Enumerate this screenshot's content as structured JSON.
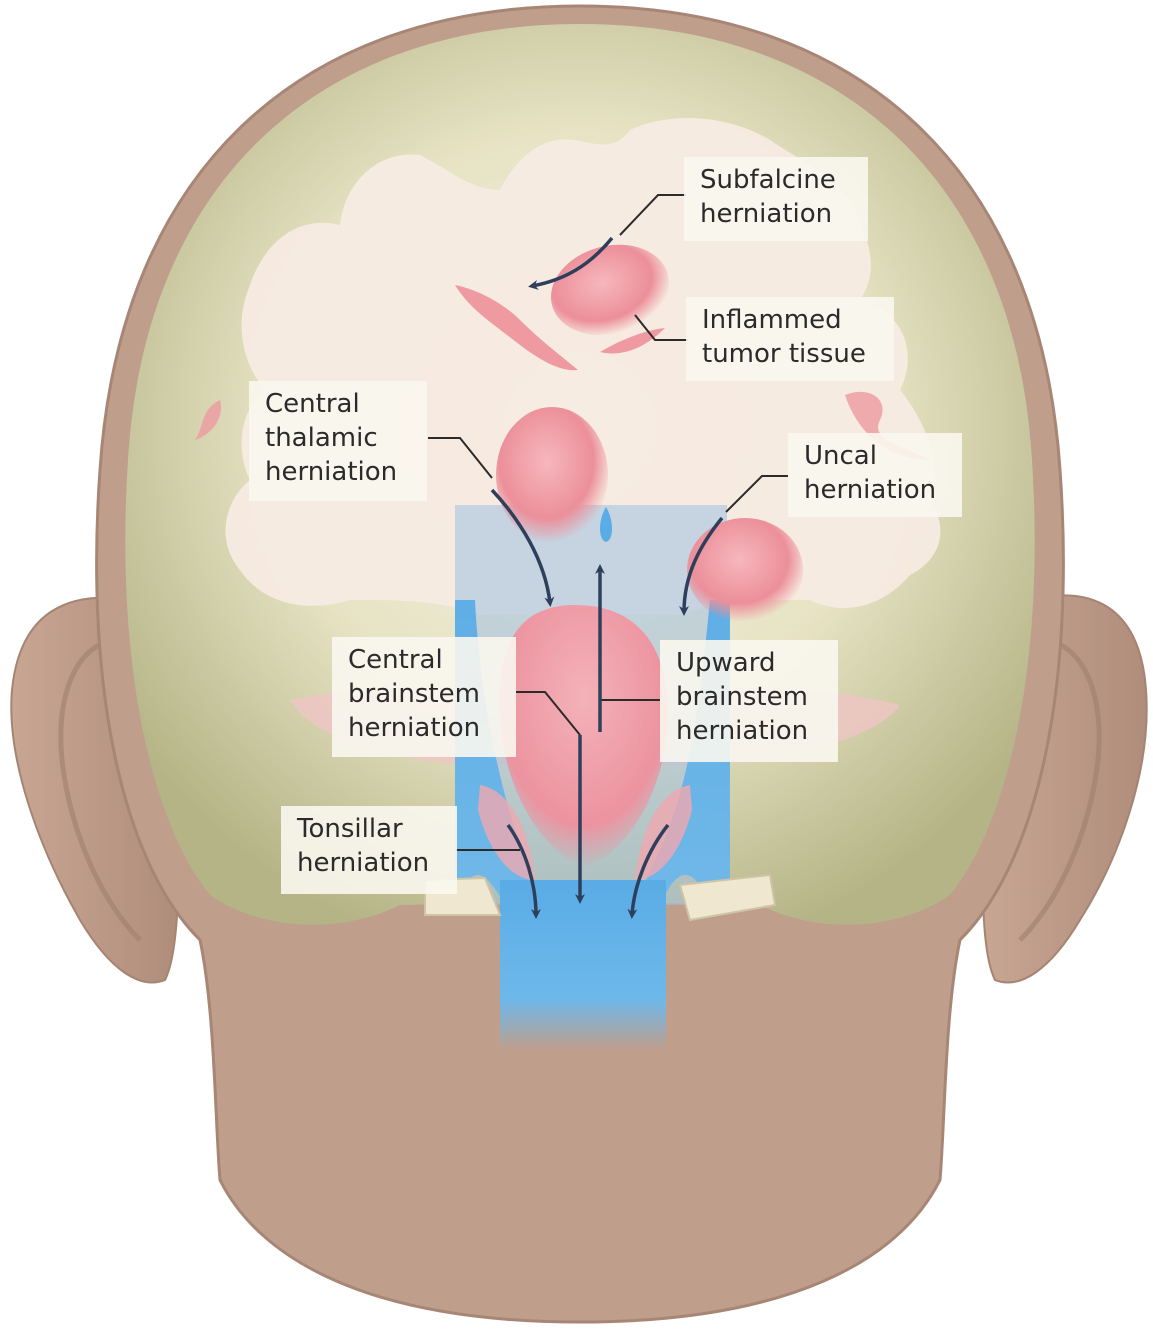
{
  "colors": {
    "skin": "#bf9e8c",
    "skin_shadow": "#a88675",
    "cortex": "#d9d7ad",
    "white_matter": "#f7ebe1",
    "csf_blue": "#5aace6",
    "overlay_blue": "#9fbfe0",
    "lesion_pink": "#ec8f9a",
    "arrow_navy": "#2e3f5c",
    "label_bg": "#f9f6ee"
  },
  "labels": {
    "subfalcine": [
      "Subfalcine",
      "herniation"
    ],
    "inflammed": [
      "Inflammed",
      "tumor tissue"
    ],
    "central_thalamic": [
      "Central",
      "thalamic",
      "herniation"
    ],
    "uncal": [
      "Uncal",
      "herniation"
    ],
    "central_brainstem": [
      "Central",
      "brainstem",
      "herniation"
    ],
    "upward_brainstem": [
      "Upward",
      "brainstem",
      "herniation"
    ],
    "tonsillar": [
      "Tonsillar",
      "herniation"
    ]
  },
  "icons": {
    "arrow": "curved-arrow-icon",
    "leader": "leader-line"
  }
}
